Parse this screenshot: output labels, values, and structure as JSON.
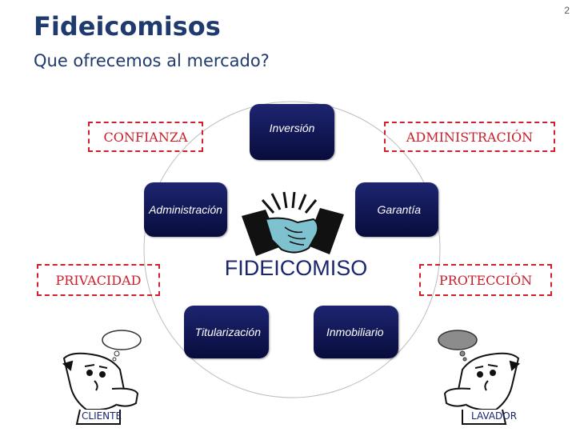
{
  "slide": {
    "title": "Fideicomisos",
    "subtitle": "Que ofrecemos al mercado?",
    "page_number": "2"
  },
  "center": {
    "label": "FIDEICOMISO",
    "icon": "handshake-icon"
  },
  "nodes": [
    {
      "id": "inversion",
      "label": "Inversión"
    },
    {
      "id": "administracion",
      "label": "Administración"
    },
    {
      "id": "garantia",
      "label": "Garantía"
    },
    {
      "id": "titularizacion",
      "label": "Titularización"
    },
    {
      "id": "inmobiliario",
      "label": "Inmobiliario"
    }
  ],
  "values": [
    {
      "id": "confianza",
      "label": "CONFIANZA"
    },
    {
      "id": "administracion",
      "label": "ADMINISTRACIÓN"
    },
    {
      "id": "privacidad",
      "label": "PRIVACIDAD"
    },
    {
      "id": "proteccion",
      "label": "PROTECCIÓN"
    }
  ],
  "people": [
    {
      "id": "cliente",
      "label": "CLIENTE",
      "icon": "thinking-man-icon"
    },
    {
      "id": "lavador",
      "label": "LAVADOR",
      "icon": "thinking-man-icon"
    }
  ],
  "colors": {
    "title": "#1f3a6e",
    "node_fill": "#0e1450",
    "dashed_border": "#d21f2c",
    "center_label": "#1a2570"
  }
}
